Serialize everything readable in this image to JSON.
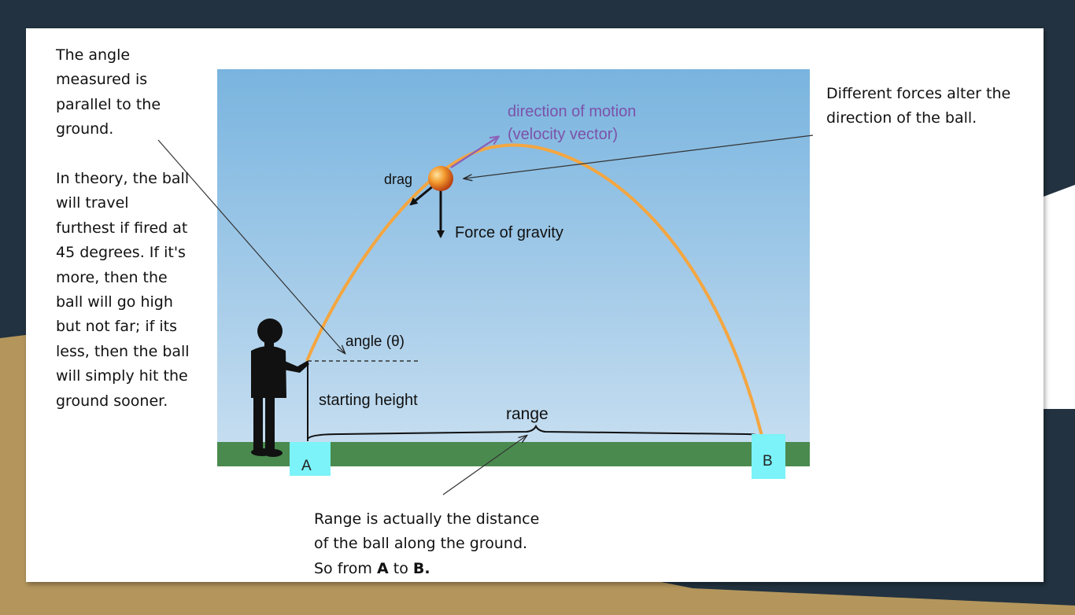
{
  "colors": {
    "frame_dark": "#223240",
    "frame_gold": "#b4965c",
    "sky_top": "#79b4df",
    "sky_bottom": "#c5ddf0",
    "ground": "#4a8a4e",
    "trajectory": "#f4a640",
    "velocity_label": "#7c52a8",
    "marker_fill": "#7bf3f8"
  },
  "notes": {
    "angle_note": "The angle measured is parallel to the ground.",
    "theory_note": "In theory, the ball will travel furthest if fired at 45 degrees. If it's more, then the ball will go high but not far; if its less, then the ball will simply hit the ground sooner.",
    "forces_note": "Different forces alter the direction of the ball.",
    "range_note": {
      "line1": "Range is actually the distance",
      "line2": "of the ball along the ground.",
      "line3_prefix": "So from ",
      "point_a": "A",
      "connector": " to ",
      "point_b": "B."
    }
  },
  "diagram": {
    "velocity_line1": "direction of motion",
    "velocity_line2": "(velocity vector)",
    "drag": "drag",
    "gravity": "Force of gravity",
    "angle": "angle (θ)",
    "starting_height": "starting height",
    "range": "range",
    "marker_a": "A",
    "marker_b": "B"
  }
}
